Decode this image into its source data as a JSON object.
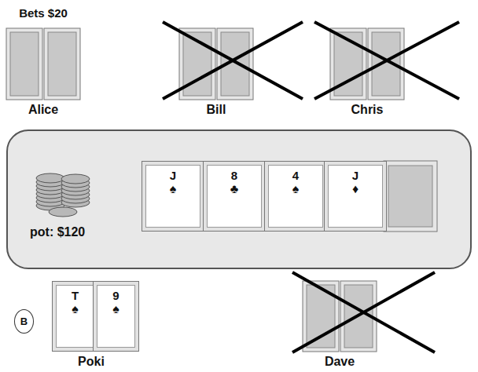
{
  "diagram": {
    "nodes": [
      {
        "text": [
          "pot: $120"
        ]
      },
      {
        "text": [
          "J",
          "♠"
        ],
        "in": 0
      },
      {
        "text": [
          "8",
          "♣"
        ],
        "in": 0
      },
      {
        "text": [
          "4",
          "♠"
        ],
        "in": 0
      },
      {
        "text": [
          "J",
          "♦"
        ],
        "in": 0
      },
      {
        "text": [
          "B"
        ]
      },
      {
        "text": [
          "T",
          "♠"
        ]
      },
      {
        "text": [
          "9",
          "♠"
        ]
      }
    ],
    "labels": [
      "Bets $20",
      "Alice",
      "Bill",
      "Chris",
      "Poki",
      "Dave"
    ]
  }
}
